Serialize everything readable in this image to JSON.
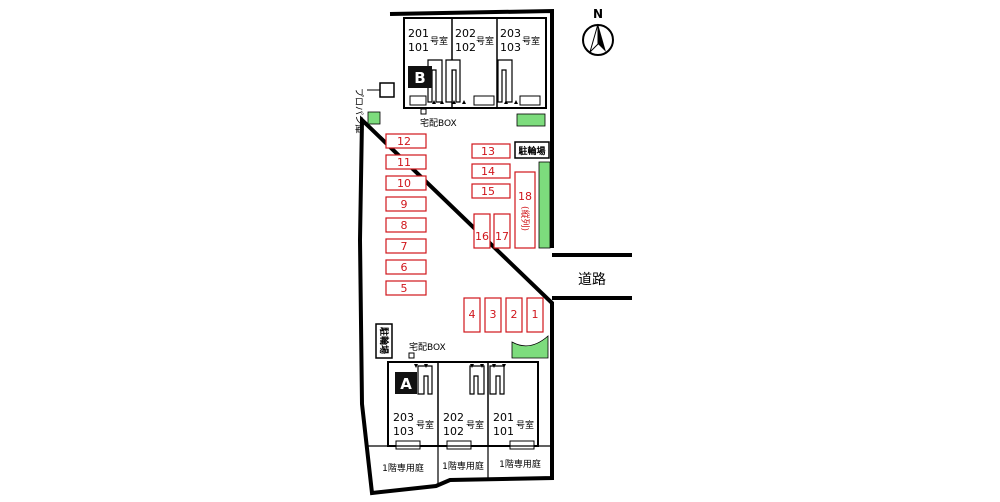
{
  "compass": {
    "label": "N"
  },
  "road": {
    "label": "道路"
  },
  "building_b": {
    "badge": "B",
    "units": [
      {
        "upper": "201",
        "lower": "101",
        "suffix": "号室"
      },
      {
        "upper": "202",
        "lower": "102",
        "suffix": "号室"
      },
      {
        "upper": "203",
        "lower": "103",
        "suffix": "号室"
      }
    ]
  },
  "building_a": {
    "badge": "A",
    "units": [
      {
        "upper": "203",
        "lower": "103",
        "suffix": "号室"
      },
      {
        "upper": "202",
        "lower": "102",
        "suffix": "号室"
      },
      {
        "upper": "201",
        "lower": "101",
        "suffix": "号室"
      }
    ],
    "gardens": [
      "1階専用庭",
      "1階専用庭",
      "1階専用庭"
    ]
  },
  "labels": {
    "propane": "プロパン庫",
    "delivery_box_top": "宅配BOX",
    "delivery_box_bottom": "宅配BOX",
    "bike_parking_right": "駐輪場",
    "bike_parking_left": "駐輪場"
  },
  "parking": {
    "west_column": [
      "12",
      "11",
      "10",
      "9",
      "8",
      "7",
      "6",
      "5"
    ],
    "center_rows": [
      "13",
      "14",
      "15"
    ],
    "center_columns": [
      "16",
      "17"
    ],
    "tandem": {
      "number": "18",
      "note": "(縦列)"
    },
    "south_row": [
      "4",
      "3",
      "2",
      "1"
    ]
  },
  "colors": {
    "parking": "#d0161c",
    "greenery": "#7ddc7d",
    "lines": "#000000"
  }
}
